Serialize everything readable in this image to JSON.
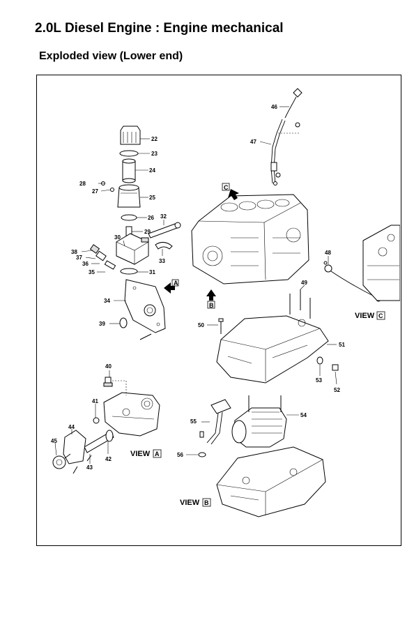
{
  "header": {
    "title": "2.0L Diesel Engine : Engine mechanical",
    "subtitle": "Exploded view (Lower end)"
  },
  "diagram": {
    "callouts": [
      "22",
      "23",
      "24",
      "25",
      "26",
      "27",
      "28",
      "29",
      "30",
      "31",
      "32",
      "33",
      "34",
      "35",
      "36",
      "37",
      "38",
      "39",
      "40",
      "41",
      "42",
      "43",
      "44",
      "45",
      "46",
      "47",
      "48",
      "49",
      "50",
      "51",
      "52",
      "53",
      "54",
      "55",
      "56"
    ],
    "views": {
      "a": {
        "label": "VIEW",
        "box": "A"
      },
      "b": {
        "label": "VIEW",
        "box": "B"
      },
      "c": {
        "label": "VIEW",
        "box": "C"
      }
    },
    "arrows": {
      "a": "A",
      "b": "B",
      "c": "C"
    }
  }
}
